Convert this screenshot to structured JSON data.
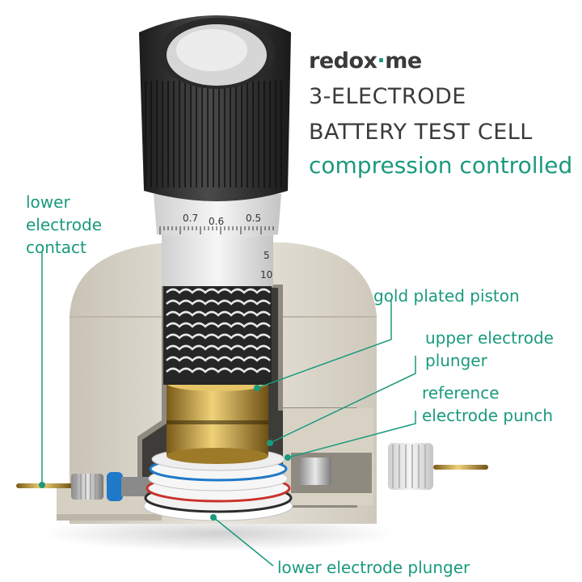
{
  "brand": {
    "name": "redox",
    "dot": "·",
    "suffix": "me"
  },
  "title_line1": "3-ELECTRODE",
  "title_line2": "BATTERY TEST CELL",
  "subtitle": "compression controlled",
  "labels": {
    "lower_electrode_contact": [
      "lower",
      "electrode",
      "contact"
    ],
    "gold_plated_piston": "gold plated piston",
    "upper_electrode_plunger": [
      "upper electrode",
      "plunger"
    ],
    "reference_electrode_punch": [
      "reference",
      "electrode punch"
    ],
    "lower_electrode_plunger": "lower electrode plunger"
  },
  "scale_marks": [
    "0.5",
    "0.6",
    "0.7",
    "5",
    "10"
  ],
  "colors": {
    "accent": "#1a9a7c",
    "text": "#3a3a3a",
    "body": "#dcd7cc",
    "knob": "#2e2e2e",
    "brass": "#c9a24a",
    "blue_ring": "#1f78c8",
    "red_ring": "#c8332c"
  }
}
